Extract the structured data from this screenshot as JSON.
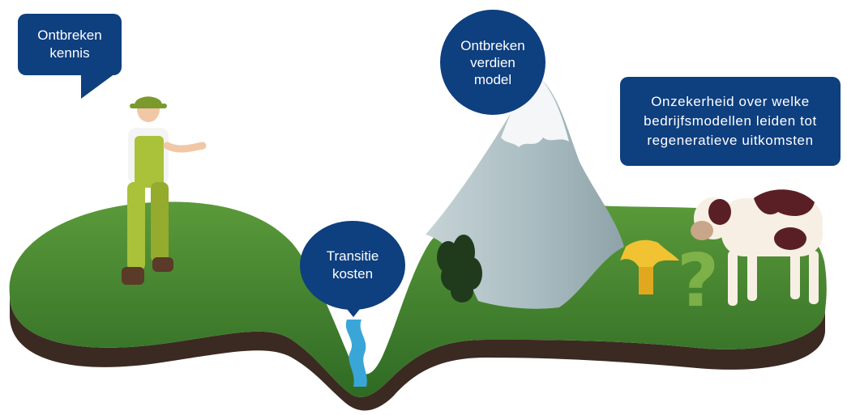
{
  "labels": {
    "lacking_knowledge": "Ontbreken\nkennis",
    "lacking_earning_model": "Ontbreken\nverdien\nmodel",
    "transition_costs": "Transitie\nkosten",
    "business_model_uncertainty": "Onzekerheid over welke\nbedrijfsmodellen leiden tot\nregeneratieve uitkomsten"
  },
  "colors": {
    "bubble": "#0e3f7f",
    "grass": "#3f7a2c",
    "soil": "#3b2a22",
    "water": "#3aa6d8",
    "mountain": "#aebfc4",
    "snow": "#f4f6f7"
  },
  "icons": [
    "farmer-figure",
    "mountain",
    "trees",
    "wheat-sheaf",
    "question-mark",
    "cow"
  ]
}
